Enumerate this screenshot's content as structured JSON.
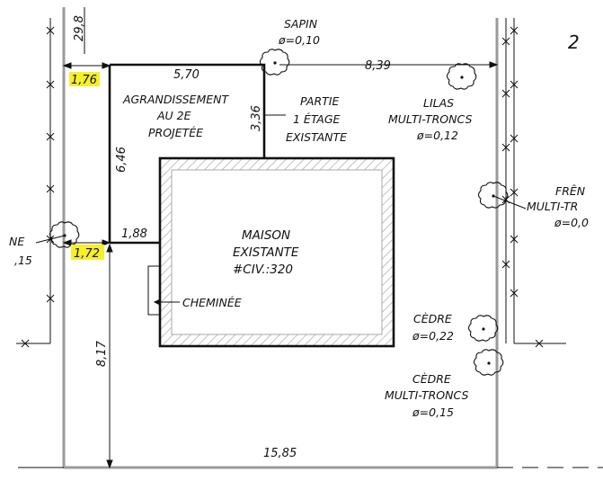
{
  "plan": {
    "lot_number": "2",
    "dimensions": {
      "left_top": "29,8",
      "setback_top": "1,76",
      "extension_width": "5,70",
      "to_right_line": "8,39",
      "extension_offset": "3,36",
      "extension_depth": "6,46",
      "extension_bottom": "1,88",
      "setback_bottom": "1,72",
      "rear_yard": "8,17",
      "lot_width": "15,85"
    },
    "extension": {
      "line1": "AGRANDISSEMENT",
      "line2": "AU 2E",
      "line3": "PROJETÉE"
    },
    "existing_part": {
      "line1": "PARTIE",
      "line2": "1 ÉTAGE",
      "line3": "EXISTANTE"
    },
    "house": {
      "line1": "MAISON",
      "line2": "EXISTANTE",
      "line3": "#CIV.:320"
    },
    "chimney": "CHEMINÉE",
    "trees": {
      "sapin": {
        "name": "SAPIN",
        "diameter": "ø=0,10"
      },
      "lilas": {
        "name": "LILAS",
        "type": "MULTI-TRONCS",
        "diameter": "ø=0,12"
      },
      "frene": {
        "name": "FRÊN",
        "type": "MULTI-TR",
        "diameter": "ø=0,0"
      },
      "left_tree": {
        "name": "NE",
        "diameter": ",15"
      },
      "cedre1": {
        "name": "CÈDRE",
        "diameter": "ø=0,22"
      },
      "cedre2": {
        "name": "CÈDRE",
        "type": "MULTI-TRONCS",
        "diameter": "ø=0,15"
      }
    },
    "colors": {
      "highlight": "#f7ef2a",
      "line": "#111111",
      "lot_line": "#9a9a9a",
      "hatch": "#a8a8a8"
    }
  }
}
